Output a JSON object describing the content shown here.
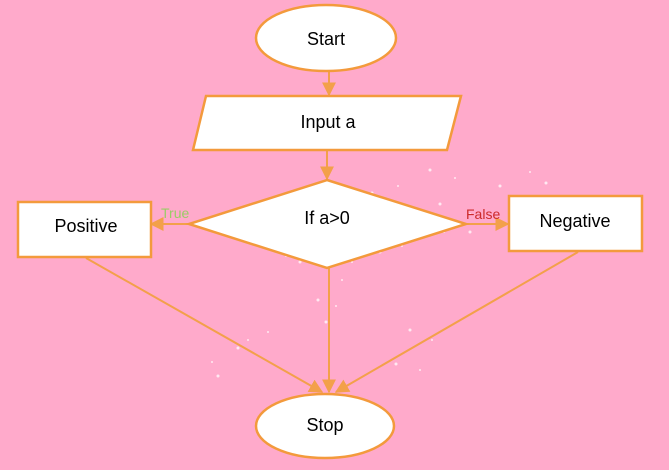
{
  "diagram": {
    "nodes": {
      "start": {
        "label": "Start",
        "shape": "terminator"
      },
      "input": {
        "label": "Input a",
        "shape": "parallelogram"
      },
      "decision": {
        "label": "If a>0",
        "shape": "diamond"
      },
      "positive": {
        "label": "Positive",
        "shape": "rectangle"
      },
      "negative": {
        "label": "Negative",
        "shape": "rectangle"
      },
      "stop": {
        "label": "Stop",
        "shape": "terminator"
      }
    },
    "edges": [
      {
        "from": "start",
        "to": "input",
        "label": ""
      },
      {
        "from": "input",
        "to": "decision",
        "label": ""
      },
      {
        "from": "decision",
        "to": "positive",
        "label": "True"
      },
      {
        "from": "decision",
        "to": "negative",
        "label": "False"
      },
      {
        "from": "positive",
        "to": "stop",
        "label": ""
      },
      {
        "from": "decision",
        "to": "stop",
        "label": ""
      },
      {
        "from": "negative",
        "to": "stop",
        "label": ""
      }
    ],
    "edge_labels": {
      "true": "True",
      "false": "False"
    }
  },
  "colors": {
    "background": "#ffaacb",
    "shape_fill": "#ffffff",
    "shape_stroke": "#f39a3c",
    "connector": "#f3a04a",
    "true_label": "#99cc66",
    "false_label": "#cc2a2a",
    "text": "#000000"
  }
}
